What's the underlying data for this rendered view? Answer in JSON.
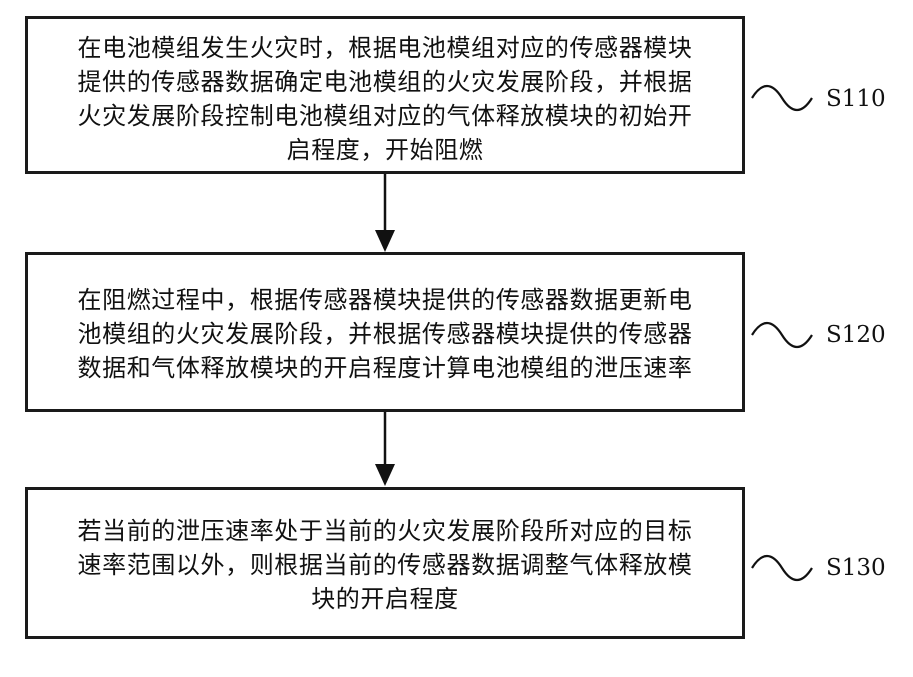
{
  "steps": [
    {
      "id": "S110",
      "lines": [
        "在电池模组发生火灾时，根据电池模组对应的传感器模块",
        "提供的传感器数据确定电池模组的火灾发展阶段，并根据",
        "火灾发展阶段控制电池模组对应的气体释放模块的初始开",
        "启程度，开始阻燃"
      ]
    },
    {
      "id": "S120",
      "lines": [
        "在阻燃过程中，根据传感器模块提供的传感器数据更新电",
        "池模组的火灾发展阶段，并根据传感器模块提供的传感器",
        "数据和气体释放模块的开启程度计算电池模组的泄压速率"
      ]
    },
    {
      "id": "S130",
      "lines": [
        "若当前的泄压速率处于当前的火灾发展阶段所对应的目标",
        "速率范围以外，则根据当前的传感器数据调整气体释放模",
        "块的开启程度"
      ]
    }
  ]
}
